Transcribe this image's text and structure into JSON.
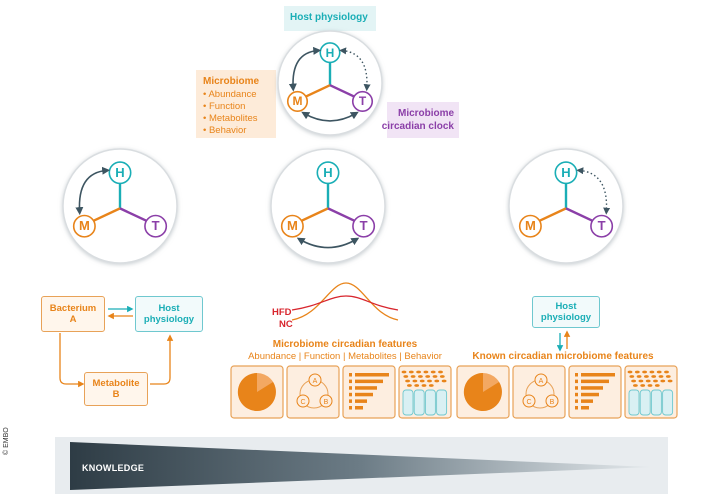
{
  "top": {
    "host_label": "Host physiology",
    "microbiome_title": "Microbiome",
    "microbiome_items": [
      "Abundance",
      "Function",
      "Metabolites",
      "Behavior"
    ],
    "clock_label_line1": "Microbiome",
    "clock_label_line2": "circadian clock"
  },
  "nodes": {
    "h": "H",
    "m": "M",
    "t": "T"
  },
  "left_panel": {
    "bacterium": "Bacterium A",
    "host": "Host physiology",
    "metabolite": "Metabolite B"
  },
  "middle_panel": {
    "hfd": "HFD",
    "nc": "NC",
    "title": "Microbiome circadian features",
    "subtitle": "Abundance | Function | Metabolites | Behavior"
  },
  "right_panel": {
    "host": "Host physiology",
    "title": "Known circadian microbiome features"
  },
  "mini_nodes": {
    "a": "A",
    "b": "B",
    "c": "C"
  },
  "knowledge": "KNOWLEDGE",
  "copyright": "© EMBO",
  "colors": {
    "teal": "#1aaeb6",
    "orange": "#e8841a",
    "purple": "#8b3fa8",
    "arrow": "#3d5561",
    "red": "#d8262e"
  }
}
